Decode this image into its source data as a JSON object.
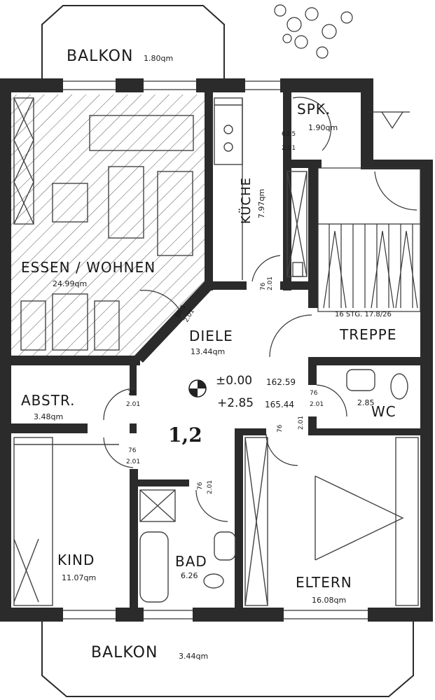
{
  "rooms": {
    "balkon_top": {
      "name": "BALKON",
      "area": "1.80qm"
    },
    "essen": {
      "name": "ESSEN / WOHNEN",
      "area": "24.99qm"
    },
    "kueche": {
      "name": "KÜCHE",
      "area": "7.97qm"
    },
    "spk": {
      "name": "SPK.",
      "area": "1.90qm"
    },
    "diele": {
      "name": "DIELE",
      "area": "13.44qm"
    },
    "treppe": {
      "name": "TREPPE",
      "note": "16 STG. 17.8/26"
    },
    "abstr": {
      "name": "ABSTR.",
      "area": "3.48qm"
    },
    "wc": {
      "name": "WC",
      "area": "2.85"
    },
    "kind": {
      "name": "KIND",
      "area": "11.07qm"
    },
    "bad": {
      "name": "BAD",
      "area": "6.26"
    },
    "eltern": {
      "name": "ELTERN",
      "area": "16.08qm"
    },
    "balkon_bottom": {
      "name": "BALKON",
      "area": "3.44qm"
    }
  },
  "unit_label": "1,2",
  "levels": {
    "floor": "±0.00",
    "floor_abs": "162.59",
    "upper": "+2.85",
    "upper_abs": "165.44"
  },
  "doors": {
    "essen_diele": {
      "w": "88.5",
      "h": "2.01"
    },
    "kueche": {
      "w": "76",
      "h": "2.01"
    },
    "spk": {
      "w": "63.5",
      "h": "2.01"
    },
    "abstr": {
      "w": "76",
      "h": "2.01"
    },
    "wc": {
      "w": "76",
      "h": "2.01"
    },
    "eltern": {
      "w": "76",
      "h": "2.01"
    },
    "kind": {
      "w": "76",
      "h": "2.01"
    },
    "bad": {
      "w": "76",
      "h": "2.01"
    }
  }
}
